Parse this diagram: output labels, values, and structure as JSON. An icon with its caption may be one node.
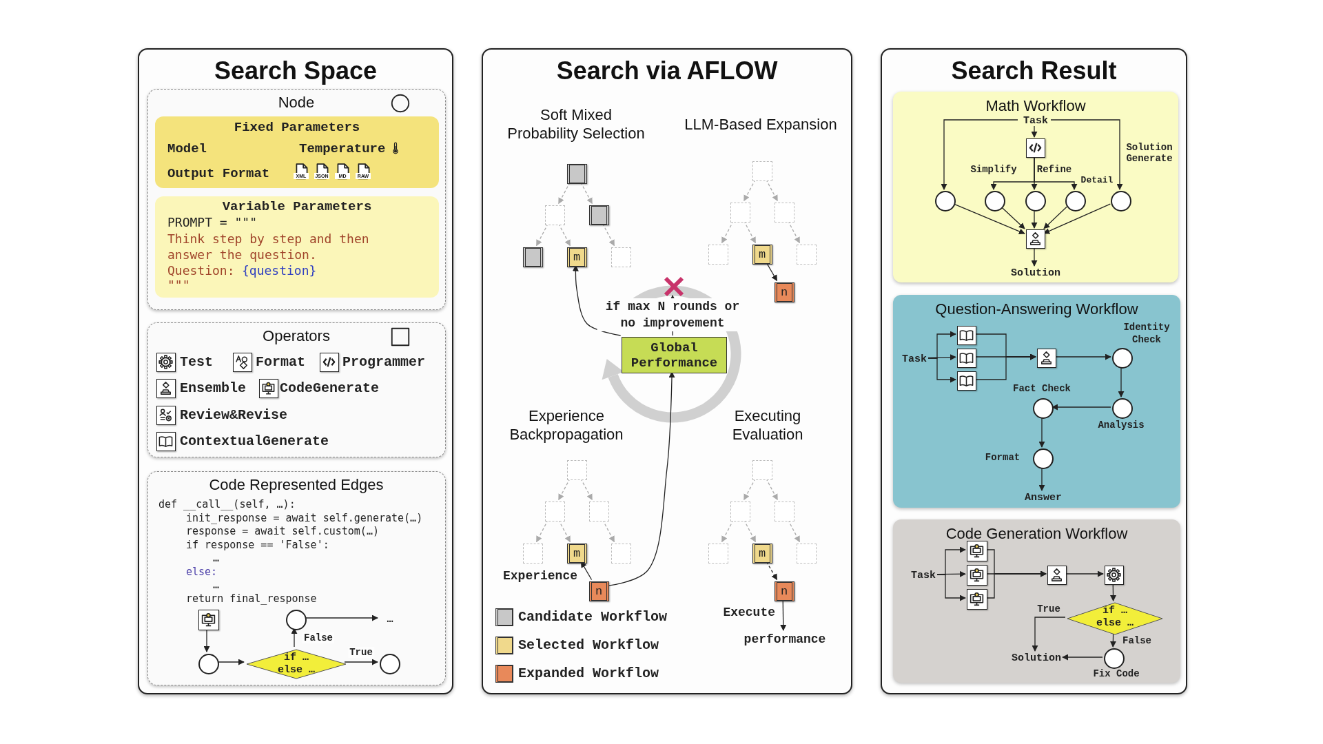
{
  "diagram": {
    "nodes": [
      {
        "text": [
          "Search Space"
        ]
      },
      {
        "text": [
          "Node"
        ],
        "in": 0
      },
      {
        "text": [
          "Fixed Parameters",
          "Model",
          "Temperature",
          "Output Format",
          "XML",
          "JSON",
          "MD",
          "RAW"
        ],
        "in": 1
      },
      {
        "text": [
          "Variable Parameters",
          "PROMPT = \"\"\"",
          "Think step by step and then answer the question.",
          "Question:",
          "{question}",
          "\"\"\""
        ],
        "in": 1
      },
      {
        "text": [
          "Operators",
          "Test",
          "Format",
          "Programmer",
          "Ensemble",
          "CodeGenerate",
          "Review&Revise",
          "ContextualGenerate"
        ],
        "in": 0
      },
      {
        "text": [
          "Code Represented Edges",
          "def __call__(self, …):",
          "init_response = await self.generate(…)",
          "response = await self.custom(…)",
          "if response == 'False':",
          "…",
          "else:",
          "…",
          "return final_response"
        ],
        "in": 0
      },
      {
        "text": [],
        "shape": "box",
        "in": 5
      },
      {
        "text": [],
        "shape": "circle",
        "in": 5
      },
      {
        "text": [
          "if … else …"
        ],
        "in": 5
      },
      {
        "text": [],
        "shape": "circle",
        "in": 5
      },
      {
        "text": [],
        "shape": "circle",
        "in": 5
      },
      {
        "text": [
          "…"
        ],
        "in": 5
      },
      {
        "text": [
          "Search via AFLOW"
        ]
      },
      {
        "text": [],
        "shape": "box",
        "in": 12
      },
      {
        "text": [],
        "shape": "box",
        "in": 12
      },
      {
        "text": [],
        "shape": "box",
        "in": 12
      },
      {
        "text": [],
        "shape": "box",
        "in": 12
      },
      {
        "text": [
          "m"
        ],
        "in": 12
      },
      {
        "text": [],
        "shape": "box",
        "in": 12
      },
      {
        "text": [],
        "shape": "box",
        "in": 12
      },
      {
        "text": [],
        "shape": "box",
        "in": 12
      },
      {
        "text": [],
        "shape": "box",
        "in": 12
      },
      {
        "text": [],
        "shape": "box",
        "in": 12
      },
      {
        "text": [
          "m"
        ],
        "in": 12
      },
      {
        "text": [],
        "shape": "box",
        "in": 12
      },
      {
        "text": [
          "n"
        ],
        "in": 12
      },
      {
        "text": [],
        "shape": "cross",
        "in": 12
      },
      {
        "text": [
          "Global Performance"
        ],
        "in": 12
      },
      {
        "text": [],
        "shape": "box",
        "in": 12
      },
      {
        "text": [],
        "shape": "box",
        "in": 12
      },
      {
        "text": [],
        "shape": "box",
        "in": 12
      },
      {
        "text": [],
        "shape": "box",
        "in": 12
      },
      {
        "text": [
          "m"
        ],
        "in": 12
      },
      {
        "text": [],
        "shape": "box",
        "in": 12
      },
      {
        "text": [
          "n"
        ],
        "in": 12
      },
      {
        "text": [],
        "shape": "box",
        "in": 12
      },
      {
        "text": [],
        "shape": "box",
        "in": 12
      },
      {
        "text": [],
        "shape": "box",
        "in": 12
      },
      {
        "text": [],
        "shape": "box",
        "in": 12
      },
      {
        "text": [
          "m"
        ],
        "in": 12
      },
      {
        "text": [],
        "shape": "box",
        "in": 12
      },
      {
        "text": [
          "n"
        ],
        "in": 12
      },
      {
        "text": [
          "performance"
        ],
        "in": 12
      },
      {
        "text": [
          "Search Result"
        ]
      },
      {
        "text": [
          "Math Workflow"
        ],
        "in": 43
      },
      {
        "text": [
          "Task"
        ],
        "in": 44
      },
      {
        "text": [],
        "shape": "box",
        "in": 44
      },
      {
        "text": [],
        "shape": "circle",
        "in": 44
      },
      {
        "text": [],
        "shape": "circle",
        "in": 44
      },
      {
        "text": [],
        "shape": "circle",
        "in": 44
      },
      {
        "text": [],
        "shape": "circle",
        "in": 44
      },
      {
        "text": [],
        "shape": "circle",
        "in": 44
      },
      {
        "text": [],
        "shape": "box",
        "in": 44
      },
      {
        "text": [
          "Solution"
        ],
        "in": 44
      },
      {
        "text": [
          "Question-Answering Workflow"
        ],
        "in": 43
      },
      {
        "text": [
          "Task"
        ],
        "in": 54
      },
      {
        "text": [],
        "shape": "box",
        "in": 54
      },
      {
        "text": [],
        "shape": "box",
        "in": 54
      },
      {
        "text": [],
        "shape": "box",
        "in": 54
      },
      {
        "text": [],
        "shape": "box",
        "in": 54
      },
      {
        "text": [],
        "shape": "circle",
        "in": 54,
        "beside": [
          "Identity Check"
        ]
      },
      {
        "text": [],
        "shape": "circle",
        "in": 54,
        "beside": [
          "Fact Check"
        ]
      },
      {
        "text": [],
        "shape": "circle",
        "in": 54,
        "beside": [
          "Analysis"
        ]
      },
      {
        "text": [],
        "shape": "circle",
        "in": 54,
        "beside": [
          "Format"
        ]
      },
      {
        "text": [
          "Answer"
        ],
        "in": 54
      },
      {
        "text": [
          "Code Generation Workflow"
        ],
        "in": 43
      },
      {
        "text": [
          "Task"
        ],
        "in": 65
      },
      {
        "text": [],
        "shape": "box",
        "in": 65
      },
      {
        "text": [],
        "shape": "box",
        "in": 65
      },
      {
        "text": [],
        "shape": "box",
        "in": 65
      },
      {
        "text": [],
        "shape": "box",
        "in": 65
      },
      {
        "text": [],
        "shape": "box",
        "in": 65
      },
      {
        "text": [
          "if … else …"
        ],
        "in": 65
      },
      {
        "text": [
          "Solution"
        ],
        "in": 65
      },
      {
        "text": [],
        "shape": "circle",
        "in": 65,
        "beside": [
          "Fix Code"
        ]
      }
    ],
    "edges": [
      {
        "from": 6,
        "to": 7,
        "arrow": "to"
      },
      {
        "from": 7,
        "to": 8,
        "arrow": "to"
      },
      {
        "from": 8,
        "to": 9,
        "arrow": "to",
        "label": "False"
      },
      {
        "from": 8,
        "to": 10,
        "arrow": "to",
        "label": "True"
      },
      {
        "from": 9,
        "to": 11,
        "arrow": "to"
      },
      {
        "from": 13,
        "to": 14,
        "arrow": "to",
        "style": "dashed",
        "color": "#aaaaaa"
      },
      {
        "from": 13,
        "to": 15,
        "arrow": "to",
        "style": "dashed",
        "color": "#aaaaaa"
      },
      {
        "from": 14,
        "to": 16,
        "arrow": "to",
        "style": "dashed",
        "color": "#aaaaaa"
      },
      {
        "from": 14,
        "to": 17,
        "arrow": "to",
        "style": "dashed",
        "color": "#aaaaaa"
      },
      {
        "from": 15,
        "to": 18,
        "arrow": "to",
        "style": "dashed",
        "color": "#aaaaaa"
      },
      {
        "from": 19,
        "to": 20,
        "arrow": "to",
        "style": "dashed",
        "color": "#aaaaaa"
      },
      {
        "from": 19,
        "to": 21,
        "arrow": "to",
        "style": "dashed",
        "color": "#aaaaaa"
      },
      {
        "from": 20,
        "to": 22,
        "arrow": "to",
        "style": "dashed",
        "color": "#aaaaaa"
      },
      {
        "from": 20,
        "to": 23,
        "arrow": "to",
        "style": "dashed",
        "color": "#aaaaaa"
      },
      {
        "from": 21,
        "to": 24,
        "arrow": "to",
        "style": "dashed",
        "color": "#aaaaaa"
      },
      {
        "from": 23,
        "to": 25,
        "arrow": "to"
      },
      {
        "from": 27,
        "to": 17,
        "arrow": "to"
      },
      {
        "from": 27,
        "to": 26,
        "arrow": "to",
        "label": "if max N rounds or no improvement"
      },
      {
        "from": 28,
        "to": 29,
        "arrow": "to",
        "style": "dashed",
        "color": "#aaaaaa"
      },
      {
        "from": 28,
        "to": 30,
        "arrow": "to",
        "style": "dashed",
        "color": "#aaaaaa"
      },
      {
        "from": 29,
        "to": 31,
        "arrow": "to",
        "style": "dashed",
        "color": "#aaaaaa"
      },
      {
        "from": 29,
        "to": 32,
        "arrow": "to",
        "style": "dashed",
        "color": "#aaaaaa"
      },
      {
        "from": 30,
        "to": 33,
        "arrow": "to",
        "style": "dashed",
        "color": "#aaaaaa"
      },
      {
        "from": 34,
        "to": 32,
        "arrow": "to",
        "label": "Experience"
      },
      {
        "from": 34,
        "to": 27,
        "arrow": "to"
      },
      {
        "from": 35,
        "to": 36,
        "arrow": "to",
        "style": "dashed",
        "color": "#aaaaaa"
      },
      {
        "from": 35,
        "to": 37,
        "arrow": "to",
        "style": "dashed",
        "color": "#aaaaaa"
      },
      {
        "from": 36,
        "to": 38,
        "arrow": "to",
        "style": "dashed",
        "color": "#aaaaaa"
      },
      {
        "from": 36,
        "to": 39,
        "arrow": "to",
        "style": "dashed",
        "color": "#aaaaaa"
      },
      {
        "from": 37,
        "to": 40,
        "arrow": "to",
        "style": "dashed",
        "color": "#aaaaaa"
      },
      {
        "from": 39,
        "to": 41,
        "arrow": "to",
        "style": "dashed"
      },
      {
        "from": 41,
        "to": 42,
        "arrow": "to",
        "label": "Execute"
      },
      {
        "from": 45,
        "to": 47,
        "arrow": "to"
      },
      {
        "from": 45,
        "to": 46,
        "arrow": "to"
      },
      {
        "from": 45,
        "to": 51,
        "arrow": "to",
        "label": "Solution Generate"
      },
      {
        "from": 46,
        "to": 48,
        "arrow": "to",
        "label": "Simplify"
      },
      {
        "from": 46,
        "to": 49,
        "arrow": "to",
        "label": "Refine"
      },
      {
        "from": 46,
        "to": 50,
        "arrow": "to",
        "label": "Detail"
      },
      {
        "from": 47,
        "to": 52,
        "arrow": "to"
      },
      {
        "from": 48,
        "to": 52,
        "arrow": "to"
      },
      {
        "from": 49,
        "to": 52,
        "arrow": "to"
      },
      {
        "from": 50,
        "to": 52,
        "arrow": "to"
      },
      {
        "from": 51,
        "to": 52,
        "arrow": "to"
      },
      {
        "from": 52,
        "to": 53,
        "arrow": "to"
      },
      {
        "from": 55,
        "to": 56,
        "arrow": "to"
      },
      {
        "from": 55,
        "to": 57,
        "arrow": "to"
      },
      {
        "from": 55,
        "to": 58,
        "arrow": "to"
      },
      {
        "from": 56,
        "to": 59,
        "arrow": "to"
      },
      {
        "from": 57,
        "to": 59,
        "arrow": "to"
      },
      {
        "from": 58,
        "to": 59,
        "arrow": "to"
      },
      {
        "from": 59,
        "to": 60,
        "arrow": "to"
      },
      {
        "from": 60,
        "to": 62,
        "arrow": "to"
      },
      {
        "from": 62,
        "to": 61,
        "arrow": "to"
      },
      {
        "from": 61,
        "to": 63,
        "arrow": "to"
      },
      {
        "from": 63,
        "to": 64,
        "arrow": "to"
      },
      {
        "from": 66,
        "to": 67,
        "arrow": "to"
      },
      {
        "from": 66,
        "to": 68,
        "arrow": "to"
      },
      {
        "from": 66,
        "to": 69,
        "arrow": "to"
      },
      {
        "from": 67,
        "to": 70,
        "arrow": "to"
      },
      {
        "from": 68,
        "to": 70,
        "arrow": "to"
      },
      {
        "from": 69,
        "to": 70,
        "arrow": "to"
      },
      {
        "from": 70,
        "to": 71,
        "arrow": "to"
      },
      {
        "from": 71,
        "to": 72,
        "arrow": "to"
      },
      {
        "from": 72,
        "to": 73,
        "arrow": "to",
        "label": "True"
      },
      {
        "from": 72,
        "to": 74,
        "arrow": "to",
        "label": "False"
      },
      {
        "from": 74,
        "to": 73,
        "arrow": "to"
      }
    ],
    "labels": [
      "Soft Mixed Probability Selection",
      "LLM-Based Expansion",
      "Experience Backpropagation",
      "Executing Evaluation"
    ],
    "legend": [
      {
        "text": "Candidate Workflow",
        "color": "#c8c8c8"
      },
      {
        "text": "Selected Workflow",
        "color": "#f0d98c"
      },
      {
        "text": "Expanded Workflow",
        "color": "#e8895a"
      }
    ]
  }
}
